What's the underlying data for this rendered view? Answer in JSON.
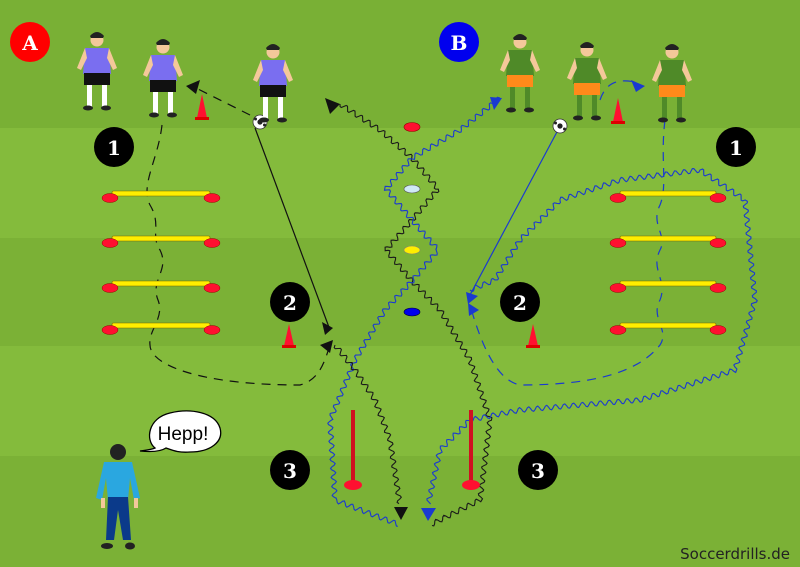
{
  "title": "Soccer drill diagram: two teams, hurdle ladders, cone slalom and pole dribble",
  "watermark": "Soccerdrills.de",
  "colors": {
    "field_light": "#84bb3c",
    "field_dark": "#79b035",
    "team_a_badge": "#ff0000",
    "team_b_badge": "#0000ee",
    "team_a_shirt": "#7a6ef0",
    "team_b_shirt": "#4f8a28",
    "team_b_shorts": "#ff8a1a",
    "path_team_a": "#111111",
    "path_team_b": "#1a3ad0",
    "hurdle": "#ffee00",
    "cone": "#ff1030",
    "coach_shirt": "#2aa7e0",
    "coach_pants": "#0b3a8a"
  },
  "teams": [
    {
      "id": "A",
      "label": "A",
      "players": 3
    },
    {
      "id": "B",
      "label": "B",
      "players": 3
    }
  ],
  "stations": [
    {
      "label": "1",
      "side": "left",
      "description": "hurdle ladder"
    },
    {
      "label": "1",
      "side": "right",
      "description": "hurdle ladder"
    },
    {
      "label": "2",
      "side": "left",
      "description": "cone"
    },
    {
      "label": "2",
      "side": "right",
      "description": "cone"
    },
    {
      "label": "3",
      "side": "left",
      "description": "pole"
    },
    {
      "label": "3",
      "side": "right",
      "description": "pole"
    }
  ],
  "center_markers": [
    "light-blue disc cone",
    "yellow disc cone",
    "blue disc cone",
    "red disc cone"
  ],
  "coach": {
    "speech": "Hepp!"
  }
}
